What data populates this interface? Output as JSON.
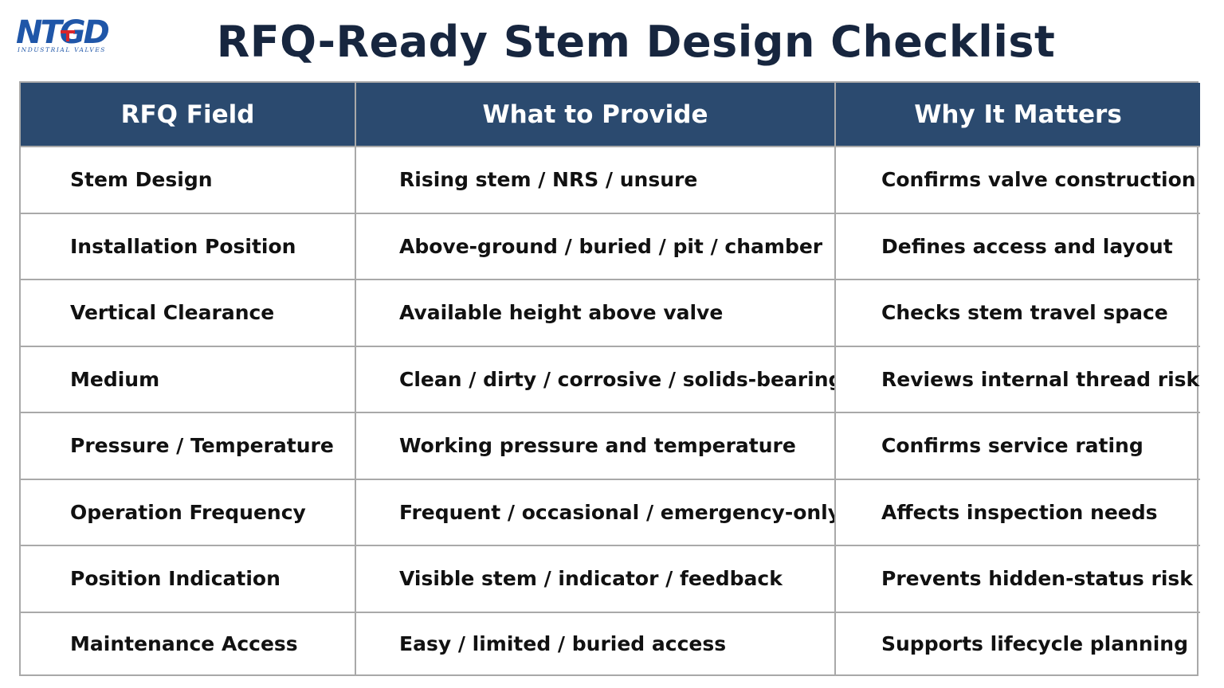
{
  "logo": {
    "text": "NTGD",
    "tagline": "INDUSTRIAL VALVES",
    "colors": {
      "primary": "#1f56a8",
      "accent": "#d9262b"
    }
  },
  "title": "RFQ-Ready Stem Design Checklist",
  "table": {
    "header_color": "#2b4a6f",
    "columns": [
      "RFQ Field",
      "What to Provide",
      "Why It Matters"
    ],
    "rows": [
      {
        "field": "Stem Design",
        "provide": "Rising stem / NRS / unsure",
        "why": "Confirms valve construction"
      },
      {
        "field": "Installation Position",
        "provide": "Above-ground / buried / pit / chamber",
        "why": "Defines access and layout"
      },
      {
        "field": "Vertical Clearance",
        "provide": "Available height above valve",
        "why": "Checks stem travel space"
      },
      {
        "field": "Medium",
        "provide": "Clean / dirty / corrosive / solids-bearing",
        "why": "Reviews internal thread risk"
      },
      {
        "field": "Pressure / Temperature",
        "provide": "Working pressure and temperature",
        "why": "Confirms service rating"
      },
      {
        "field": "Operation Frequency",
        "provide": "Frequent / occasional / emergency-only",
        "why": "Affects inspection needs"
      },
      {
        "field": "Position Indication",
        "provide": "Visible stem / indicator / feedback",
        "why": "Prevents hidden-status risk"
      },
      {
        "field": "Maintenance Access",
        "provide": "Easy / limited / buried access",
        "why": "Supports lifecycle planning"
      }
    ]
  }
}
